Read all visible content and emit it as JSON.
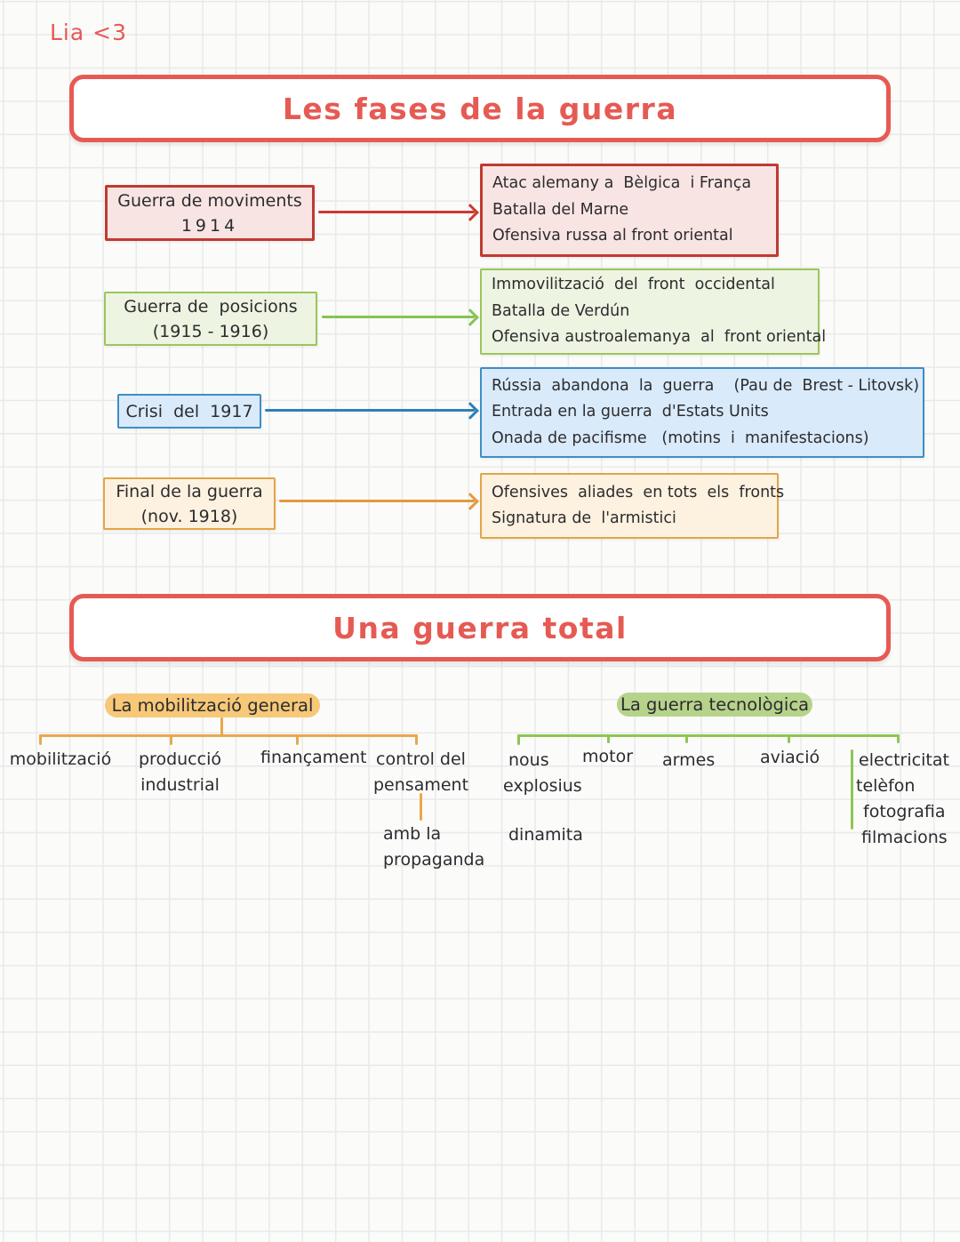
{
  "page": {
    "author_note": "Lia <3"
  },
  "phases": {
    "title": "Les fases de la guerra",
    "rows": [
      {
        "left": [
          "Guerra de moviments",
          "1914"
        ],
        "right": [
          "Atac alemany a  Bèlgica  i França",
          "Batalla del Marne",
          "Ofensiva russa al front oriental"
        ]
      },
      {
        "left": [
          "Guerra de  posicions",
          "(1915 - 1916)"
        ],
        "right": [
          "Immovilització  del  front  occidental",
          "Batalla de Verdún",
          "Ofensiva austroalemanya  al  front oriental"
        ]
      },
      {
        "left": [
          "Crisi  del  1917"
        ],
        "right": [
          "Rússia  abandona  la  guerra    (Pau de  Brest - Litovsk)",
          "Entrada en la guerra  d'Estats Units",
          "Onada de pacifisme   (motins  i  manifestacions)"
        ]
      },
      {
        "left": [
          "Final de la guerra",
          "(nov. 1918)"
        ],
        "right": [
          "Ofensives  aliades  en tots  els  fronts",
          "Signatura de  l'armistici"
        ]
      }
    ]
  },
  "total": {
    "title": "Una guerra total",
    "mobilization_tree": {
      "label": "La mobilització  general",
      "child1": "mobilització",
      "child2_line1": "producció",
      "child2_line2": "industrial",
      "child3": "finançament",
      "child4_line1": "control del",
      "child4_line2": "pensament",
      "child4_sub_line1": "amb la",
      "child4_sub_line2": "propaganda"
    },
    "technology_tree": {
      "label": "La guerra  tecnològica",
      "child1_line1": "nous",
      "child1_line2": "explosius",
      "child1_sub": "dinamita",
      "child2": "motor",
      "child3": "armes",
      "child4": "aviació",
      "child5_line1": "electricitat",
      "child5_line2": "telèfon",
      "child5_line3": "fotografia",
      "child5_line4": "filmacions"
    }
  },
  "colors": {
    "accent_red": "#e65a54",
    "ink": "#2d2b2f",
    "phase1_border": "#bf3a31",
    "phase1_fill": "#f8e5e3",
    "phase1_arrow": "#cb3a30",
    "phase2_border": "#9cc55e",
    "phase2_fill": "#edf4e1",
    "phase2_arrow": "#85c452",
    "phase3_border": "#3e8ec5",
    "phase3_fill": "#d9ebfa",
    "phase3_arrow": "#2f80b8",
    "phase4_border": "#e3a449",
    "phase4_fill": "#fcf2df",
    "phase4_arrow": "#e3993f",
    "tree_orange_line": "#e9a84c",
    "tree_orange_highlight": "#f6c878",
    "tree_green_line": "#8dc653",
    "tree_green_highlight": "#b6d38b"
  }
}
